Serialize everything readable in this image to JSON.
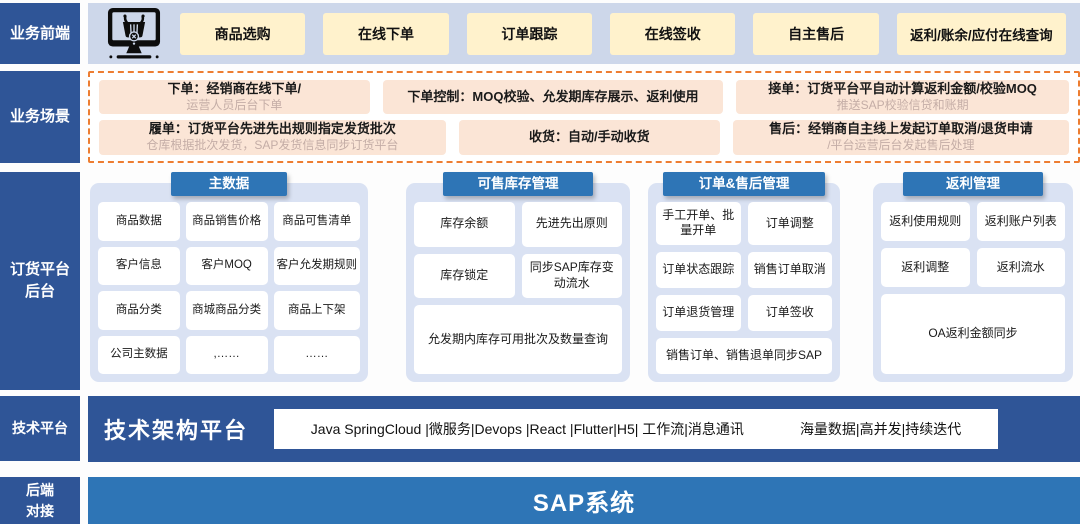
{
  "colors": {
    "sidebar_blue": "#2F5597",
    "accent_blue": "#2E75B6",
    "top_strip": "#CDD7EA",
    "panel_bg": "#DAE2F3",
    "button_cream": "#FFF2CC",
    "card_peach": "#FBE5D6",
    "dashed_orange": "#ED7D31"
  },
  "sidebar": {
    "frontend": "业务前端",
    "scene": "业务场景",
    "platform_line1": "订货平台",
    "platform_line2": "后台",
    "tech": "技术平台",
    "backend_line1": "后端",
    "backend_line2": "对接"
  },
  "frontend": {
    "icon": "monitor-shopping-basket-icon",
    "buttons": [
      "商品选购",
      "在线下单",
      "订单跟踪",
      "在线签收",
      "自主售后",
      "返利/账余/应付在线查询"
    ]
  },
  "scene": {
    "cards": [
      {
        "title": "下单：经销商在线下单/",
        "subtitle": "运营人员后台下单"
      },
      {
        "title": "下单控制：MOQ校验、允发期库存展示、返利使用",
        "subtitle": ""
      },
      {
        "title": "接单：订货平台平自动计算返利金额/校验MOQ",
        "subtitle": "推送SAP校验信贷和账期"
      },
      {
        "title": "履单：订货平台先进先出规则指定发货批次",
        "subtitle": "仓库根据批次发货，SAP发货信息同步订货平台"
      },
      {
        "title": "收货：自动/手动收货",
        "subtitle": ""
      },
      {
        "title": "售后：经销商自主线上发起订单取消/退货申请",
        "subtitle": "/平台运营后台发起售后处理"
      }
    ]
  },
  "platform": {
    "columns": [
      {
        "header": "主数据",
        "items": [
          "商品数据",
          "商品销售价格",
          "商品可售清单",
          "客户信息",
          "客户MOQ",
          "客户允发期规则",
          "商品分类",
          "商城商品分类",
          "商品上下架",
          "公司主数据",
          ",……",
          "……"
        ]
      },
      {
        "header": "可售库存管理",
        "items": [
          "库存余额",
          "先进先出原则",
          "库存锁定",
          "同步SAP库存变动流水"
        ],
        "wide": "允发期内库存可用批次及数量查询"
      },
      {
        "header": "订单&售后管理",
        "items": [
          "手工开单、批量开单",
          "订单调整",
          "订单状态跟踪",
          "销售订单取消",
          "订单退货管理",
          "订单签收"
        ],
        "wide": "销售订单、销售退单同步SAP"
      },
      {
        "header": "返利管理",
        "items": [
          "返利使用规则",
          "返利账户列表",
          "返利调整",
          "返利流水"
        ],
        "wide": "OA返利金额同步"
      }
    ]
  },
  "tech": {
    "title": "技术架构平台",
    "stack_left": "Java SpringCloud |微服务|Devops |React |Flutter|H5| 工作流|消息通讯",
    "stack_right": "海量数据|高并发|持续迭代"
  },
  "backend": {
    "system": "SAP系统"
  }
}
